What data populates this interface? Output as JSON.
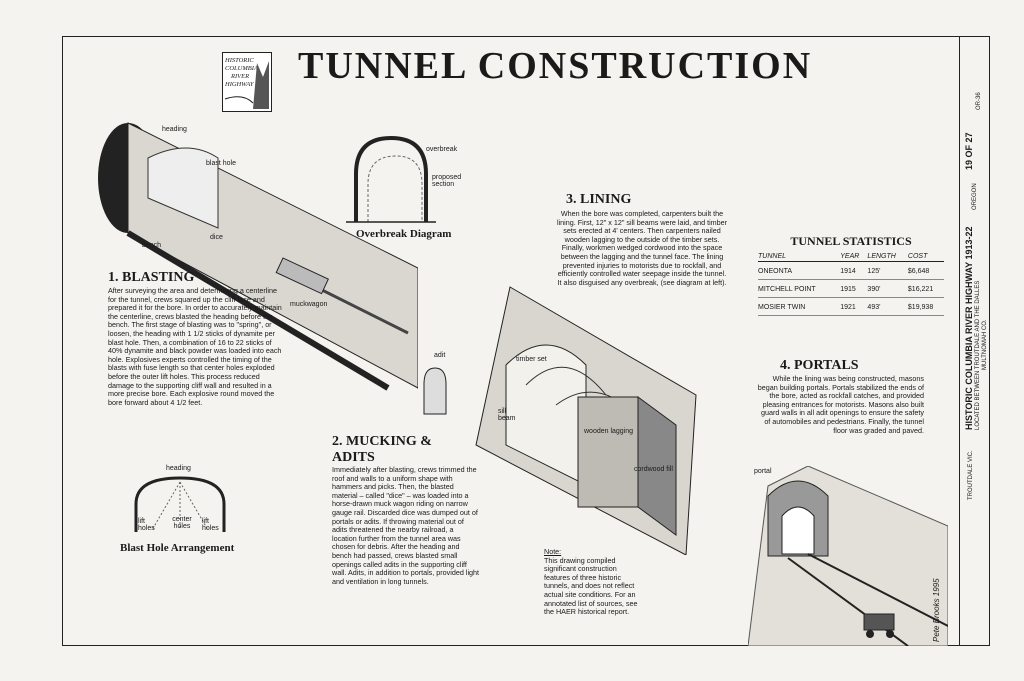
{
  "title": "TUNNEL CONSTRUCTION",
  "logo": {
    "line1": "HISTORIC",
    "line2": "COLUMBIA",
    "line3": "RIVER",
    "line4": "HIGHWAY"
  },
  "blasting": {
    "heading": "1. BLASTING",
    "text": "After surveying the area and determining a centerline for the tunnel, crews squared up the cliff face and prepared it for the bore. In order to accurately maintain the centerline, crews blasted the heading before the bench. The first stage of blasting was to \"spring\", or loosen, the heading with 1 1/2 sticks of dynamite per blast hole. Then, a combination of 16 to 22 sticks of 40% dynamite and black powder was loaded into each hole. Explosives experts controlled the timing of the blasts with fuse length so that center holes exploded before the outer lift holes. This process reduced damage to the supporting cliff wall and resulted in a more precise bore. Each explosive round moved the bore forward about 4 1/2 feet."
  },
  "mucking": {
    "heading": "2. MUCKING & ADITS",
    "text": "Immediately after blasting, crews trimmed the roof and walls to a uniform shape with hammers and picks. Then, the blasted material – called \"dice\" – was loaded into a horse-drawn muck wagon riding on narrow gauge rail. Discarded dice was dumped out of portals or adits. If throwing material out of adits threatened the nearby railroad, a location further from the tunnel area was chosen for debris. After the heading and bench had passed, crews blasted small openings called adits in the supporting cliff wall. Adits, in addition to portals, provided light and ventilation in long tunnels."
  },
  "lining": {
    "heading": "3. LINING",
    "text": "When the bore was completed, carpenters built the lining. First, 12\" x 12\" sill beams were laid, and timber sets erected at 4' centers. Then carpenters nailed wooden lagging to the outside of the timber sets. Finally, workmen wedged cordwood into the space between the lagging and the tunnel face. The lining prevented injuries to motorists due to rockfall, and efficiently controlled water seepage inside the tunnel. It also disguised any overbreak, (see diagram at left)."
  },
  "portals": {
    "heading": "4. PORTALS",
    "text": "While the lining was being constructed, masons began building portals. Portals stabilized the ends of the bore, acted as rockfall catches, and provided pleasing entrances for motorists. Masons also built guard walls in all adit openings to ensure the safety of automobiles and pedestrians. Finally, the tunnel floor was graded and paved."
  },
  "stats": {
    "heading": "TUNNEL STATISTICS",
    "columns": [
      "TUNNEL",
      "YEAR",
      "LENGTH",
      "COST"
    ],
    "rows": [
      [
        "ONEONTA",
        "1914",
        "125'",
        "$6,648"
      ],
      [
        "MITCHELL POINT",
        "1915",
        "390'",
        "$16,221"
      ],
      [
        "MOSIER TWIN",
        "1921",
        "493'",
        "$19,938"
      ]
    ]
  },
  "labels": {
    "heading": "heading",
    "blast_hole": "blast hole",
    "bench": "bench",
    "dice": "dice",
    "muckwagon": "muckwagon",
    "overbreak": "overbreak",
    "proposed_section": "proposed section",
    "adit": "adit",
    "timber_set": "timber set",
    "sill_beam": "sill beam",
    "wooden_lagging": "wooden lagging",
    "cordwood_fill": "cordwood fill",
    "portal": "portal",
    "lift_holes_left": "lift holes",
    "center_holes": "center holes",
    "lift_holes_right": "lift holes"
  },
  "captions": {
    "overbreak": "Overbreak Diagram",
    "blast_hole": "Blast Hole Arrangement"
  },
  "note": {
    "heading": "Note:",
    "text": "This drawing compiled significant construction features of three historic tunnels, and does not reflect actual site conditions. For an annotated list of sources, see the HAER historical report."
  },
  "signature": "Pete Brooks 1995",
  "titleblock": {
    "main": "HISTORIC COLUMBIA RIVER HIGHWAY 1913-22",
    "sub": "LOCATED BETWEEN TROUTDALE AND THE DALLES",
    "county": "MULTNOMAH CO.",
    "state": "OREGON",
    "place": "TROUTDALE VIC.",
    "sheet": "19 OF 27",
    "survey": "OR-36"
  }
}
